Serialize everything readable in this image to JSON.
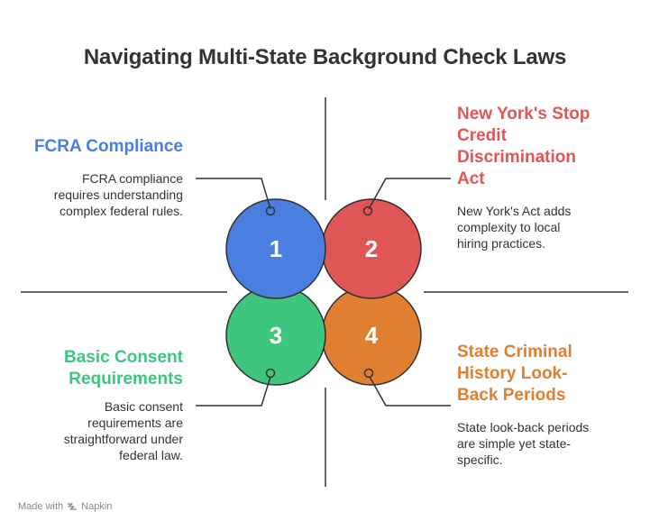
{
  "title": "Navigating Multi-State Background Check Laws",
  "colors": {
    "blue": "#4a7fe0",
    "red": "#e05555",
    "green": "#3ec67f",
    "orange": "#e07f30",
    "outline": "#2f2f2f",
    "guide": "#333333"
  },
  "sections": [
    {
      "number": "1",
      "heading": "FCRA Compliance",
      "description_lines": [
        "FCRA compliance",
        "requires understanding",
        "complex federal rules."
      ],
      "color": "#4a7fe0"
    },
    {
      "number": "2",
      "heading_lines": [
        "New York's Stop",
        "Credit",
        "Discrimination",
        "Act"
      ],
      "description_lines": [
        "New York's Act adds",
        "complexity to local",
        "hiring practices."
      ],
      "color": "#e05555"
    },
    {
      "number": "3",
      "heading_lines": [
        "Basic Consent",
        "Requirements"
      ],
      "description_lines": [
        "Basic consent",
        "requirements are",
        "straightforward under",
        "federal law."
      ],
      "color": "#3ec67f"
    },
    {
      "number": "4",
      "heading_lines": [
        "State Criminal",
        "History Look-",
        "Back Periods"
      ],
      "description_lines": [
        "State look-back periods",
        "are simple yet state-",
        "specific."
      ],
      "color": "#e07f30"
    }
  ],
  "footer": {
    "prefix": "Made with",
    "brand": "Napkin"
  }
}
